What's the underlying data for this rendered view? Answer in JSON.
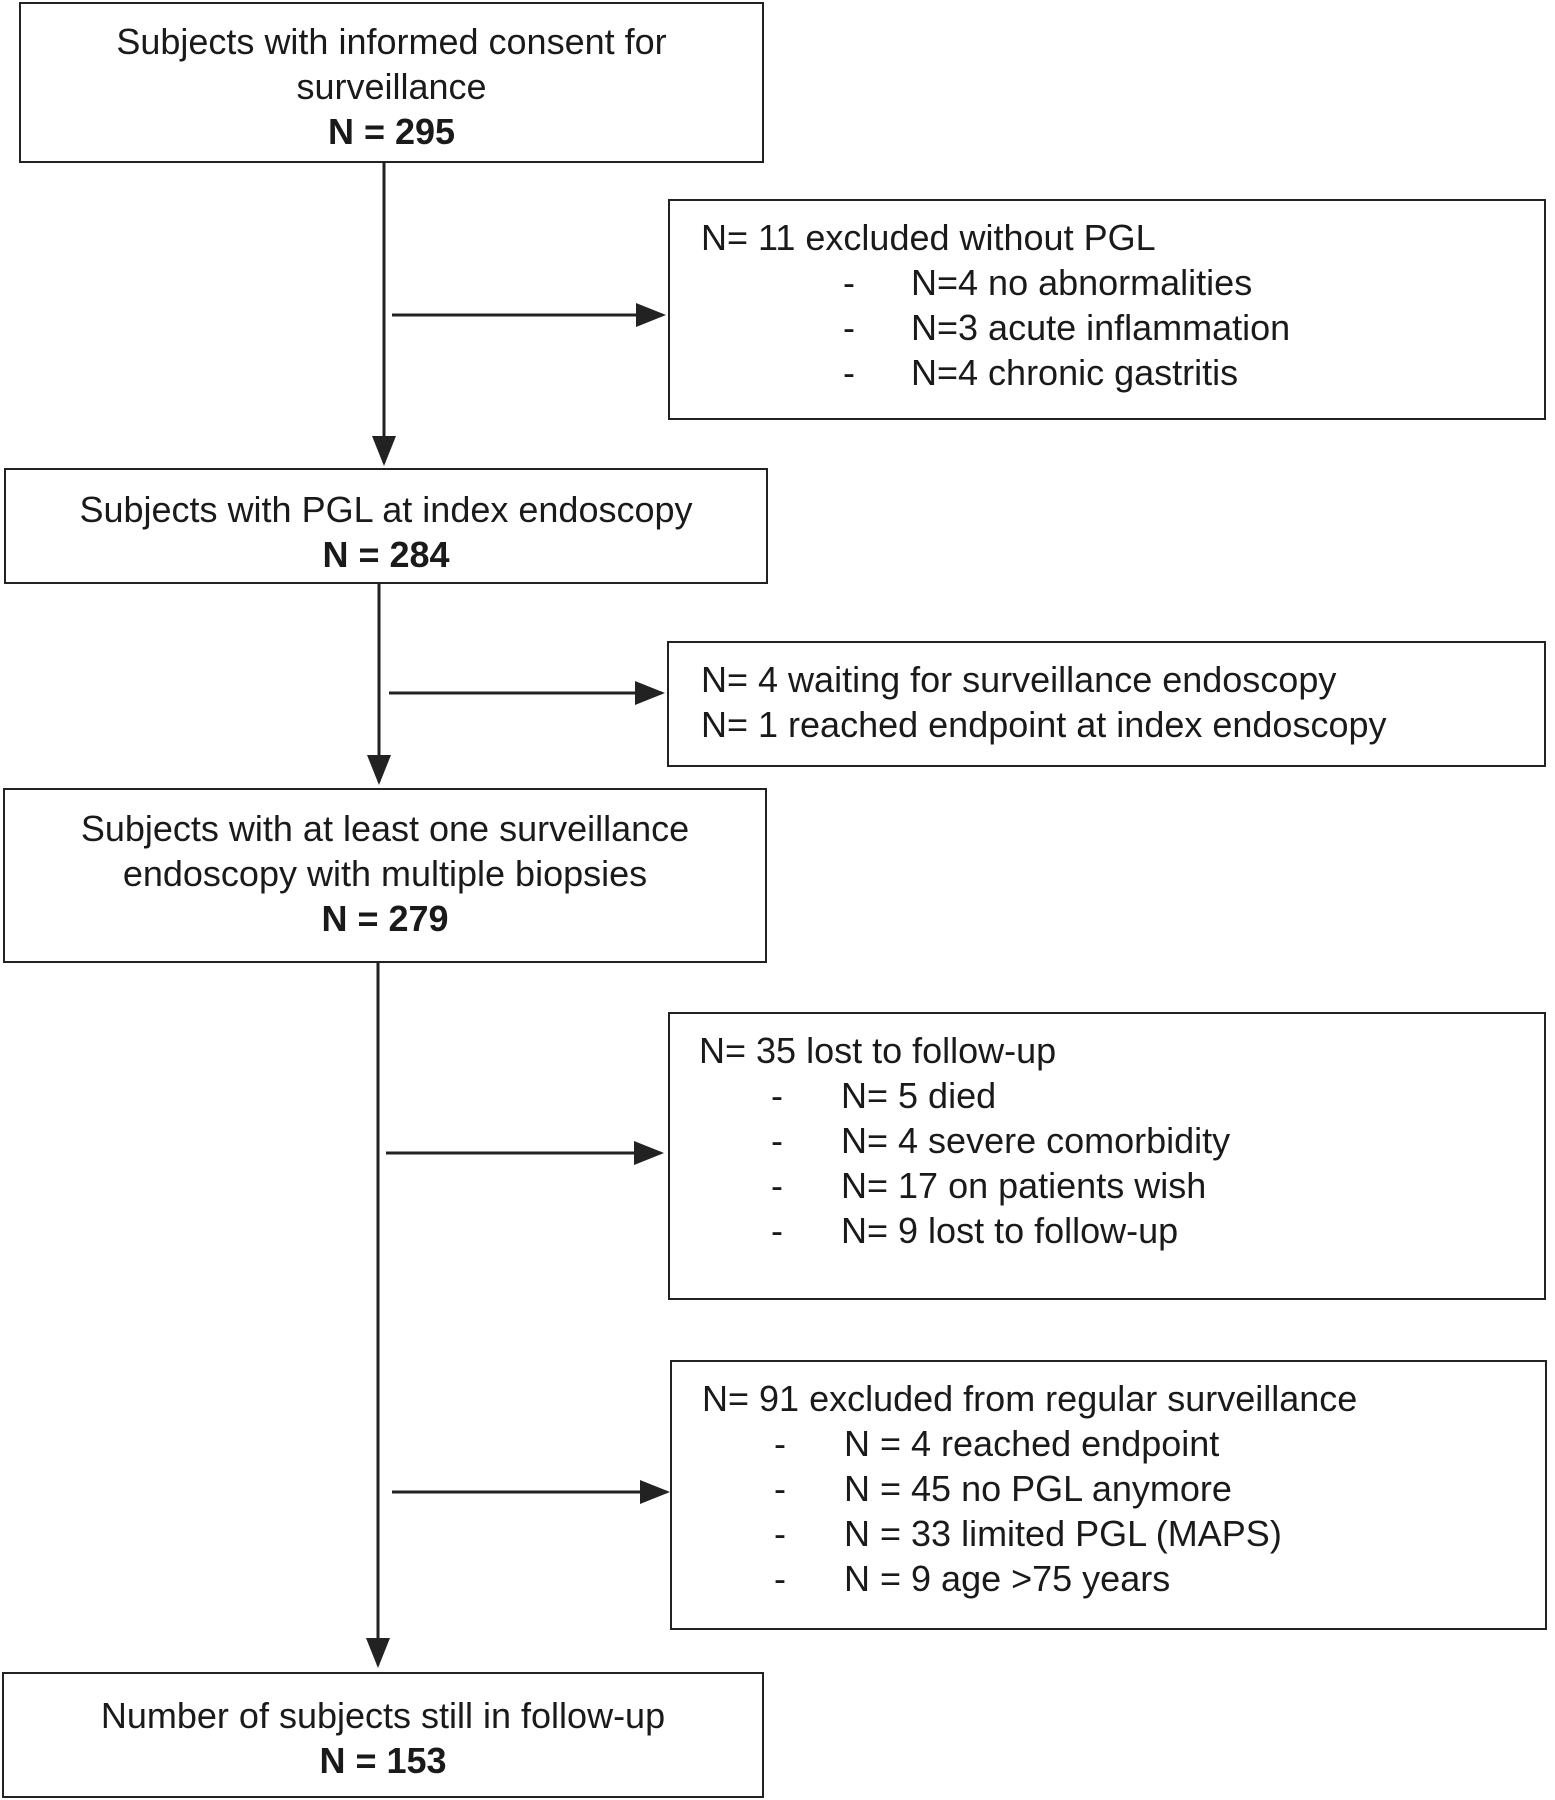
{
  "boxes": {
    "consent": {
      "lines": [
        "Subjects with informed consent for",
        "surveillance"
      ],
      "count": "N = 295"
    },
    "pgl_index": {
      "lines": [
        "Subjects with PGL at index endoscopy"
      ],
      "count": "N = 284"
    },
    "surveillance": {
      "lines": [
        "Subjects with at least one surveillance",
        "endoscopy with multiple biopsies"
      ],
      "count": "N = 279"
    },
    "followup": {
      "lines": [
        "Number of subjects still in follow-up"
      ],
      "count": "N = 153"
    }
  },
  "side_boxes": {
    "excluded_no_pgl": {
      "heading": "N= 11 excluded without PGL",
      "items": [
        {
          "bullet": "-",
          "text": "N=4 no abnormalities"
        },
        {
          "bullet": "-",
          "text": "N=3 acute inflammation"
        },
        {
          "bullet": "-",
          "text": "N=4 chronic gastritis"
        }
      ]
    },
    "waiting": {
      "lines": [
        "N= 4 waiting for surveillance endoscopy",
        "N= 1 reached endpoint at index endoscopy"
      ]
    },
    "lost": {
      "heading": "N= 35 lost to follow-up",
      "items": [
        {
          "bullet": "-",
          "text": "N= 5 died"
        },
        {
          "bullet": "-",
          "text": "N= 4 severe comorbidity"
        },
        {
          "bullet": "-",
          "text": "N= 17 on patients wish"
        },
        {
          "bullet": "-",
          "text": "N= 9 lost to follow-up"
        }
      ]
    },
    "excluded_regular": {
      "heading": "N= 91 excluded from regular surveillance",
      "items": [
        {
          "bullet": "-",
          "text": "N = 4 reached endpoint"
        },
        {
          "bullet": "-",
          "text": "N = 45 no PGL anymore"
        },
        {
          "bullet": "-",
          "text": "N = 33 limited PGL (MAPS)"
        },
        {
          "bullet": "-",
          "text": "N = 9 age >75 years"
        }
      ]
    }
  }
}
